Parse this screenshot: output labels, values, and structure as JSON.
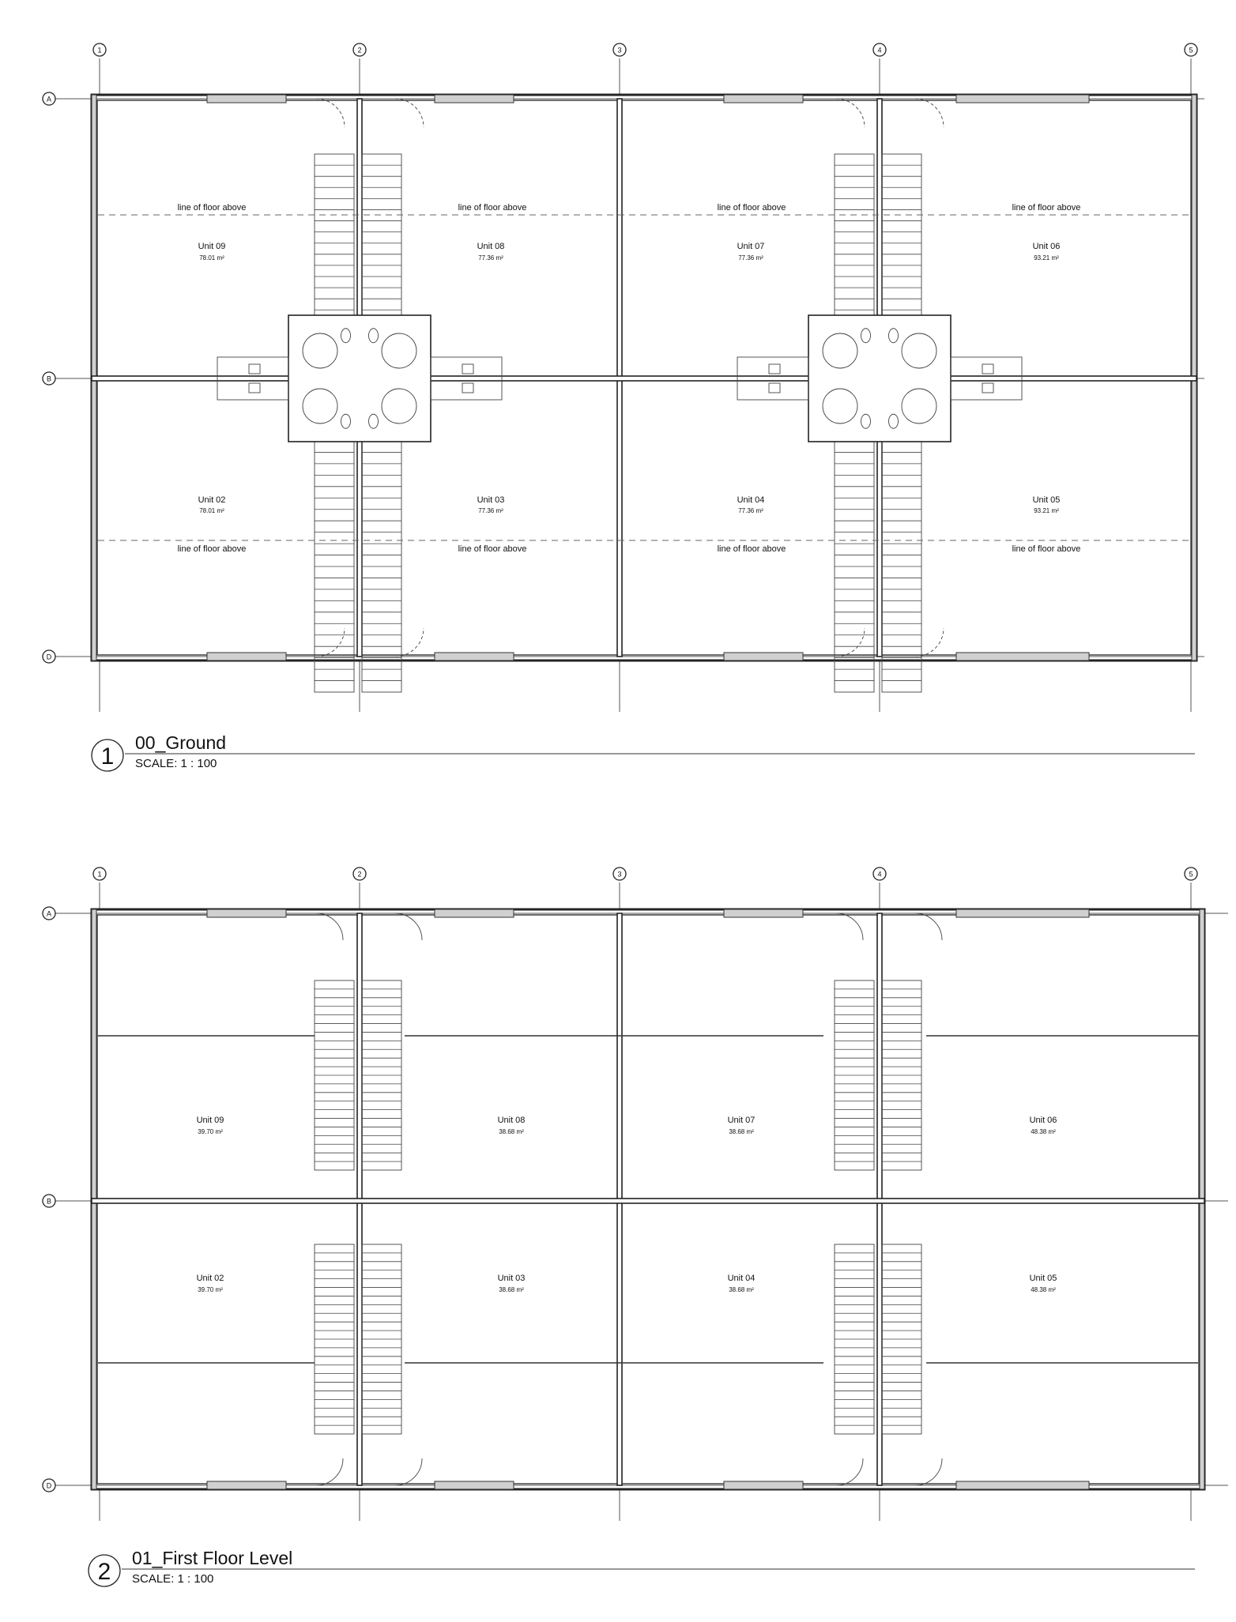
{
  "plans": [
    {
      "id": "ground",
      "number": "1",
      "title": "00_Ground",
      "scale": "SCALE:  1 : 100",
      "floor_note": "line of floor above",
      "grid_columns": [
        "1",
        "2",
        "3",
        "4",
        "5"
      ],
      "grid_rows": [
        "A",
        "B",
        "D"
      ],
      "units_top": [
        {
          "name": "Unit 09",
          "area": "78.01 m²"
        },
        {
          "name": "Unit 08",
          "area": "77.36 m²"
        },
        {
          "name": "Unit 07",
          "area": "77.36 m²"
        },
        {
          "name": "Unit 06",
          "area": "93.21 m²"
        }
      ],
      "units_bottom": [
        {
          "name": "Unit 02",
          "area": "78.01 m²"
        },
        {
          "name": "Unit 03",
          "area": "77.36 m²"
        },
        {
          "name": "Unit 04",
          "area": "77.36 m²"
        },
        {
          "name": "Unit 05",
          "area": "93.21 m²"
        }
      ]
    },
    {
      "id": "first",
      "number": "2",
      "title": "01_First Floor Level",
      "scale": "SCALE:  1 : 100",
      "grid_columns": [
        "1",
        "2",
        "3",
        "4",
        "5"
      ],
      "grid_rows": [
        "A",
        "B",
        "D"
      ],
      "units_top": [
        {
          "name": "Unit 09",
          "area": "39.70 m²"
        },
        {
          "name": "Unit 08",
          "area": "38.68 m²"
        },
        {
          "name": "Unit 07",
          "area": "38.68 m²"
        },
        {
          "name": "Unit 06",
          "area": "48.38 m²"
        }
      ],
      "units_bottom": [
        {
          "name": "Unit 02",
          "area": "39.70 m²"
        },
        {
          "name": "Unit 03",
          "area": "38.68 m²"
        },
        {
          "name": "Unit 04",
          "area": "38.68 m²"
        },
        {
          "name": "Unit 05",
          "area": "48.38 m²"
        }
      ]
    }
  ]
}
